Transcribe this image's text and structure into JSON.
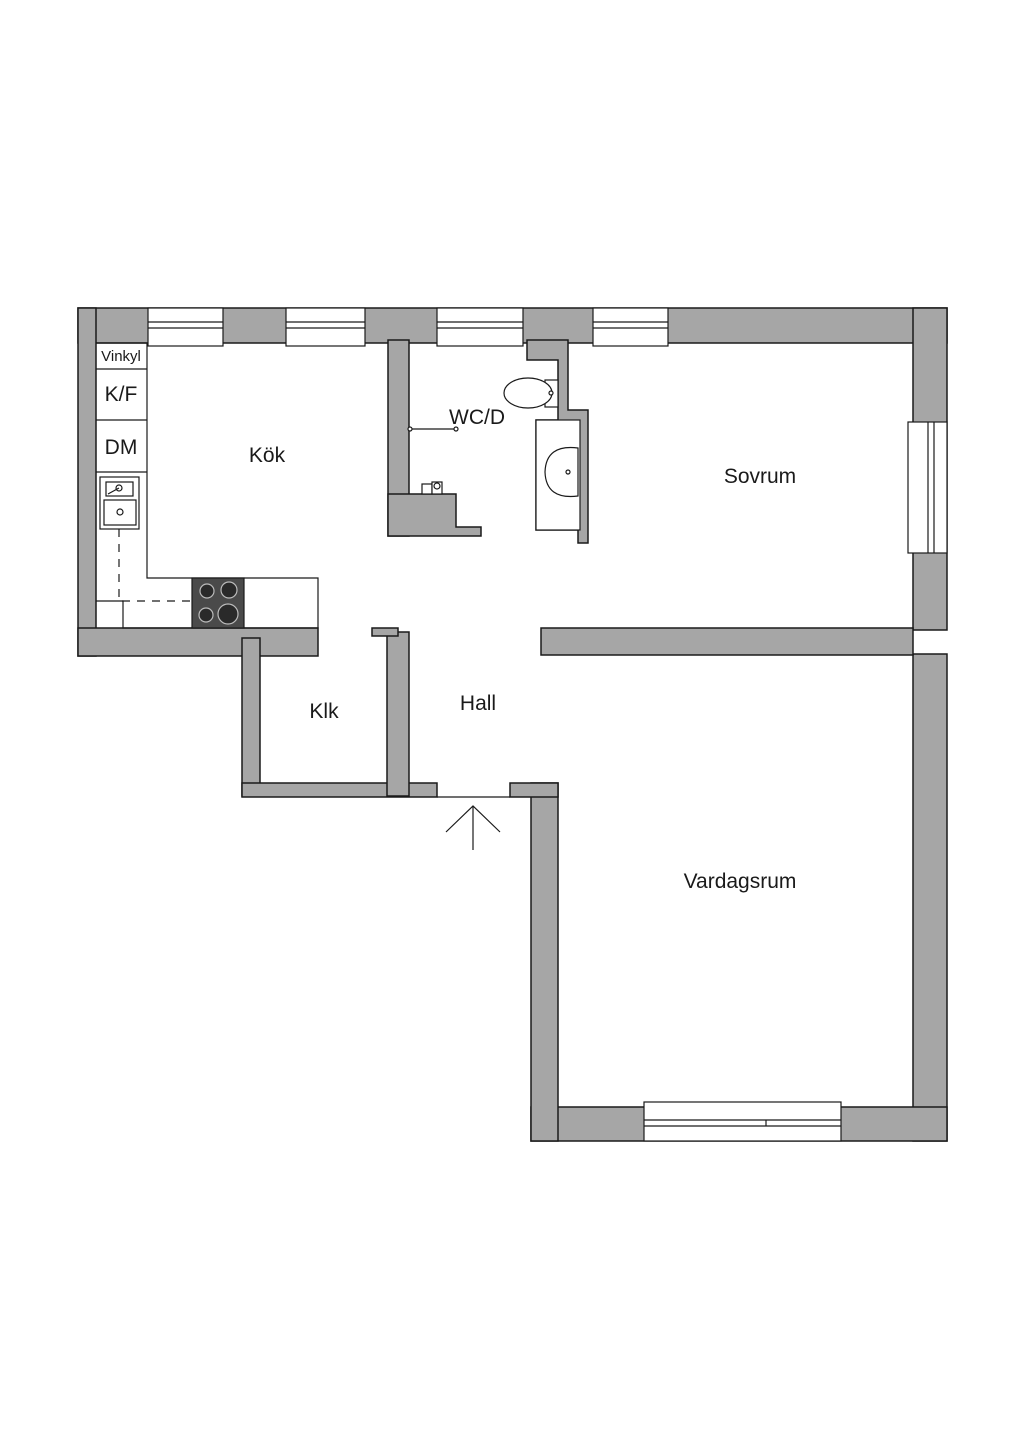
{
  "rooms": {
    "kitchen": "Kök",
    "wc": "WC/D",
    "bedroom": "Sovrum",
    "hall": "Hall",
    "closet": "Klk",
    "living": "Vardagsrum"
  },
  "appliances": {
    "wine_fridge": "Vinkyl",
    "fridge_freezer": "K/F",
    "dishwasher": "DM"
  },
  "colors": {
    "wall": "#a6a6a6",
    "line": "#1a1a1a",
    "background": "#ffffff"
  },
  "icons": [
    "entrance-arrow-icon",
    "stove-icon",
    "sink-icon",
    "toilet-icon",
    "washbasin-icon",
    "shower-icon"
  ]
}
